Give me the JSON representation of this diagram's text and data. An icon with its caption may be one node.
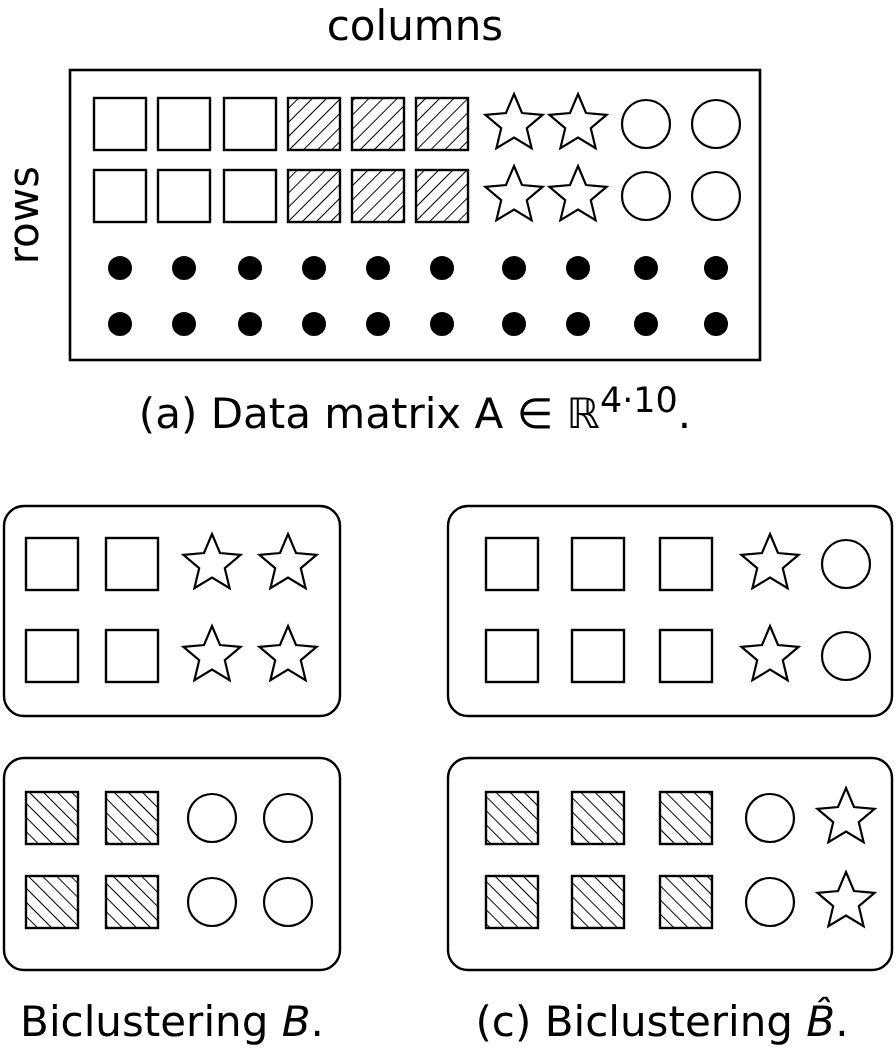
{
  "diagram": {
    "labels": [
      "columns",
      "rows",
      "(a) Data matrix A ∈ ℝ$^{4·10}$.",
      "Biclustering *B*.",
      "(c) Biclustering *B̂*."
    ]
  }
}
